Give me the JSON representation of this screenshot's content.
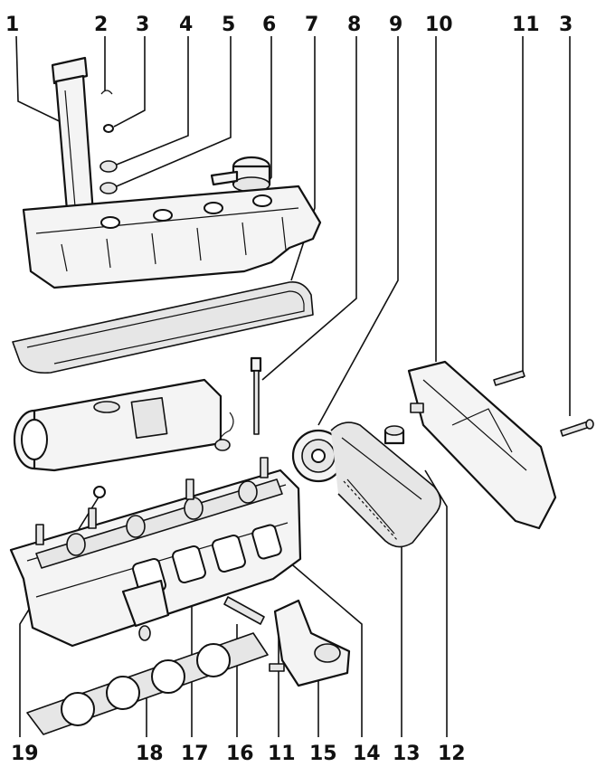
{
  "diagram": {
    "labels_top": [
      "1",
      "2",
      "3",
      "4",
      "5",
      "6",
      "7",
      "8",
      "9",
      "10",
      "11",
      "3"
    ],
    "labels_bottom": [
      "19",
      "18",
      "17",
      "16",
      "11",
      "15",
      "14",
      "13",
      "12"
    ]
  }
}
